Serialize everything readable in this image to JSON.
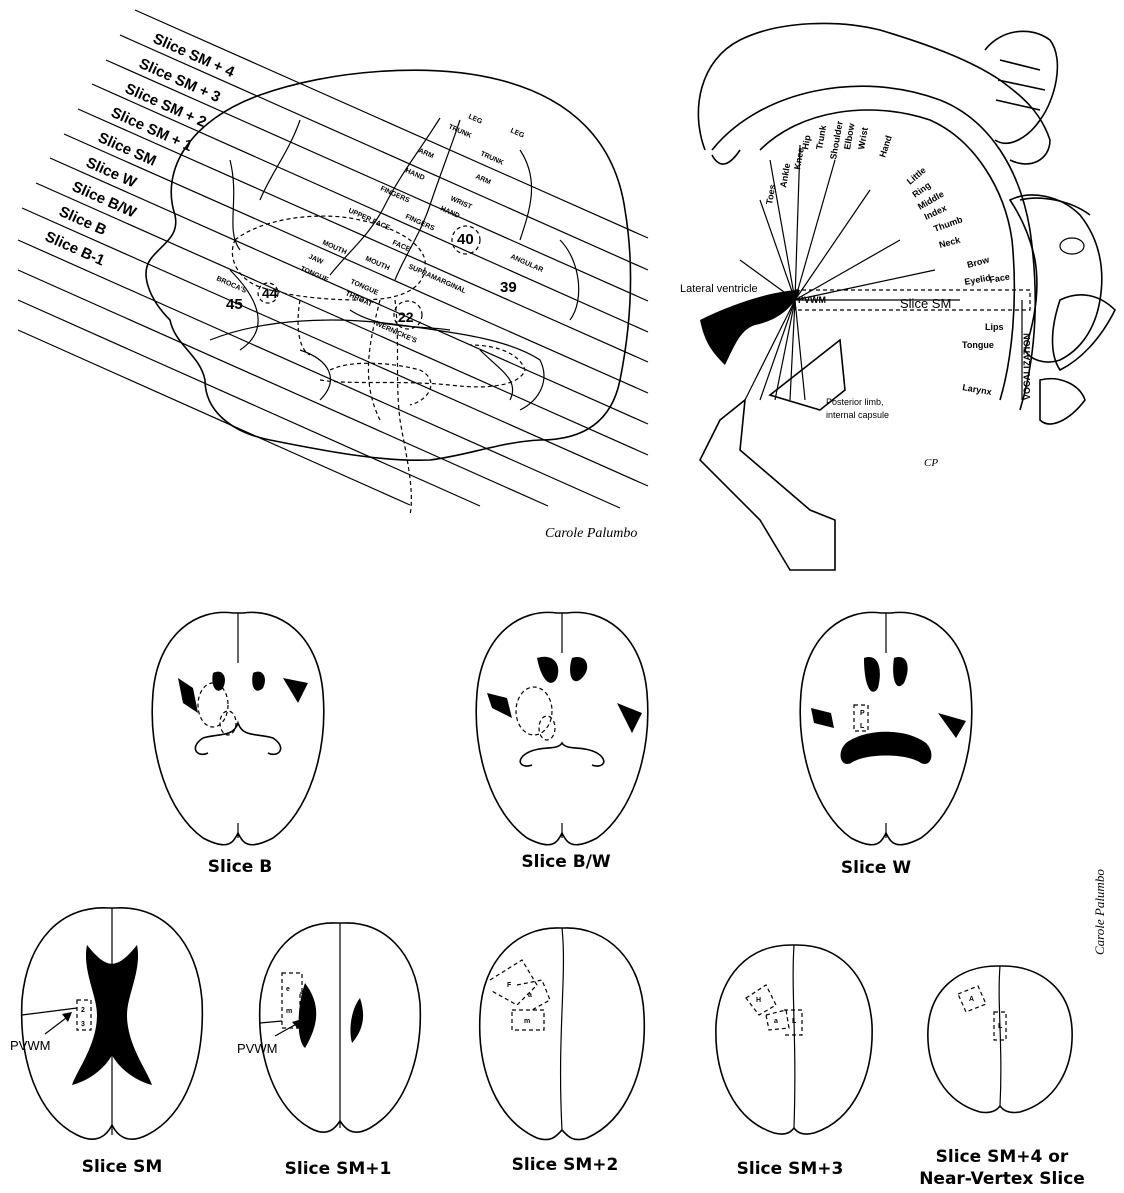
{
  "panel_a": {
    "slice_labels": [
      "Slice SM + 4",
      "Slice SM + 3",
      "Slice SM + 2",
      "Slice SM + 1",
      "Slice SM",
      "Slice W",
      "Slice B/W",
      "Slice B",
      "Slice B-1"
    ],
    "regions": {
      "leg1": "LEG",
      "leg2": "LEG",
      "trunk1": "TRUNK",
      "trunk2": "TRUNK",
      "arm1": "ARM",
      "arm2": "ARM",
      "hand1": "HAND",
      "hand2": "HAND",
      "wrist": "WRIST",
      "fingers1": "FINGERS",
      "fingers2": "FINGERS",
      "upper_face": "UPPER FACE",
      "face": "FACE",
      "mouth1": "MOUTH",
      "mouth2": "MOUTH",
      "jaw": "JAW",
      "tongue1": "TONGUE",
      "tongue2": "TONGUE",
      "throat": "THROAT",
      "supramarginal": "SUPRAMARGINAL",
      "angular": "ANGULAR",
      "brocas": "BROCA'S",
      "wernickes": "WERNICKE'S",
      "area40": "40",
      "area39": "39",
      "area44": "44",
      "area45": "45",
      "area22": "22"
    },
    "signature": "Carole Palumbo"
  },
  "panel_b": {
    "homunculus_labels": [
      "Toes",
      "Ankle",
      "Knee",
      "Hip",
      "Trunk",
      "Shoulder",
      "Elbow",
      "Wrist",
      "Hand",
      "Little",
      "Ring",
      "Middle",
      "Index",
      "Thumb",
      "Neck",
      "Brow",
      "Eyelid",
      "Face",
      "Lips",
      "Tongue",
      "Larynx"
    ],
    "vocalization": "VOCALIZATION",
    "lateral_ventricle": "Lateral ventricle",
    "pvwm": "PVWM",
    "slice_sm": "Slice SM",
    "posterior_limb": "Posterior limb,",
    "internal_capsule": "internal capsule",
    "signature_mark": "CP"
  },
  "row1_captions": [
    "Slice B",
    "Slice B/W",
    "Slice W"
  ],
  "row2_captions": [
    "Slice SM",
    "Slice SM+1",
    "Slice SM+2",
    "Slice SM+3",
    "Slice SM+4 or",
    "Near-Vertex Slice"
  ],
  "pvwm_label": "PVWM",
  "row_letters": {
    "sm": [
      "2",
      "3"
    ],
    "sm1": [
      "e",
      "m",
      "3",
      "2",
      "1"
    ],
    "sm2": [
      "F",
      "a",
      "m"
    ],
    "sm3": [
      "H",
      "a",
      "L"
    ],
    "sm4": [
      "A",
      "L"
    ],
    "w": [
      "P",
      "L"
    ]
  },
  "side_signature": "Carole Palumbo"
}
